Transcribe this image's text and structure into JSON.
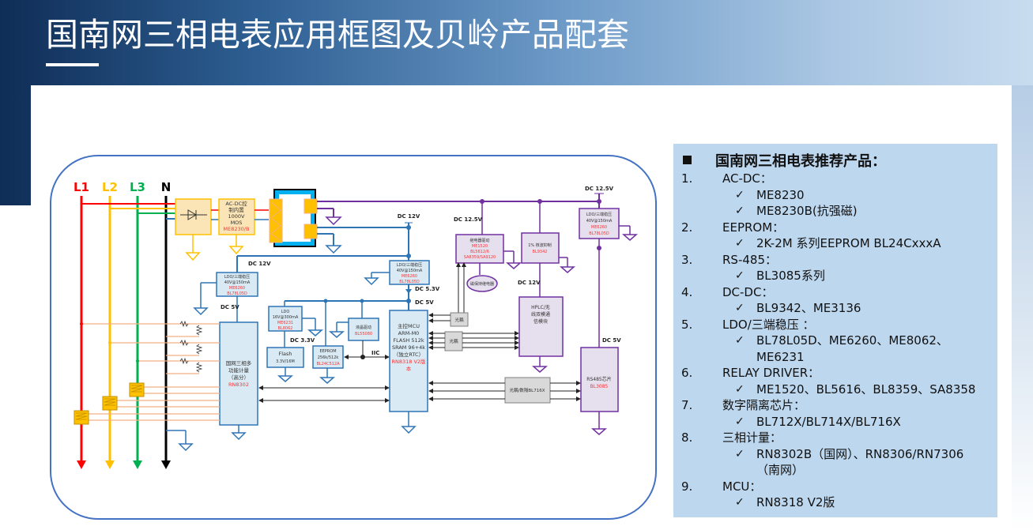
{
  "header": {
    "title": "国南网三相电表应用框图及贝岭产品配套"
  },
  "diagram": {
    "lines": [
      {
        "label": "L1",
        "color": "#ff0000"
      },
      {
        "label": "L2",
        "color": "#ffc000"
      },
      {
        "label": "L3",
        "color": "#00b050"
      },
      {
        "label": "N",
        "color": "#000000"
      }
    ],
    "acdc": {
      "l1": "AC-DC控",
      "l2": "制内置",
      "l3": "1000V",
      "l4": "MOS",
      "part": "ME8230/B"
    },
    "labels": {
      "dc12_top": "DC 12V",
      "dc12_left": "DC 12V",
      "dc125_a": "DC 12.5V",
      "dc125_b": "DC 12.5V",
      "dc53": "DC 5.3V",
      "dc5_mcu": "DC 5V",
      "dc5_meter": "DC 5V",
      "dc33": "DC 3.3V",
      "dc12_hplc": "DC 12V",
      "dc5_rs485": "DC 5V",
      "iic": "IIC"
    },
    "ldo_left": {
      "l1": "LDO/三端稳压",
      "l2": "40V@150mA",
      "p1": "ME6260",
      "p2": "BL78L05D"
    },
    "ldo_mid": {
      "l1": "LDO/三端稳压",
      "l2": "40V@150mA",
      "p1": "ME6260",
      "p2": "BL78L05D"
    },
    "ldo_right": {
      "l1": "LDO/三端稳压",
      "l2": "40V@150mA",
      "p1": "ME6260",
      "p2": "BL78L05D"
    },
    "ldo33": {
      "l1": "LDO",
      "l2": "16V@300mA",
      "p1": "ME6231",
      "p2": "BL8062"
    },
    "flash": {
      "l1": "Flash",
      "l2": "3.3V/16M"
    },
    "eeprom": {
      "l1": "EEPROM",
      "l2": "256k/512k",
      "p1": "BL24C512A"
    },
    "lcd": {
      "l1": "液晶驱动",
      "p1": "BL55080"
    },
    "relay": {
      "l1": "继电器驱动",
      "p1": "ME1520",
      "p2": "BL5612/6",
      "p3": "SA8359/SA9120"
    },
    "relay_coil": "磁保持继电器",
    "dcdc": {
      "l1": "1% 核波抑制",
      "p1": "BL9342"
    },
    "hplc": {
      "l1": "HPLC/无",
      "l2": "线双模通",
      "l3": "信模块"
    },
    "meter": {
      "l1": "国网三相多",
      "l2": "功能计量",
      "l3": "（高分）",
      "p1": "RN8302"
    },
    "mcu": {
      "l1": "主控MCU",
      "l2": "ARM-M0",
      "l3": "FLASH 512k",
      "l4": "SRAM 96+4k",
      "l5": "（独立RTC）",
      "p1": "RN8318 V2版",
      "p2": "本"
    },
    "opto1": "光耦",
    "opto2": "光耦",
    "opto3": "光耦/数隔BL716X",
    "rs485": {
      "l1": "RS485芯片",
      "p1": "BL3085"
    }
  },
  "panel": {
    "heading": "国南网三相电表推荐产品：",
    "categories": [
      {
        "num": "1.",
        "name": "AC-DC：",
        "items": [
          "ME8230",
          "ME8230B(抗强磁)"
        ]
      },
      {
        "num": "2.",
        "name": "EEPROM：",
        "items": [
          "2K-2M 系列EEPROM BL24CxxxA"
        ]
      },
      {
        "num": "3.",
        "name": "RS-485：",
        "items": [
          "BL3085系列"
        ]
      },
      {
        "num": "4.",
        "name": "DC-DC：",
        "items": [
          "BL9342、ME3136"
        ]
      },
      {
        "num": "5.",
        "name": "LDO/三端稳压 ：",
        "items": [
          "BL78L05D、ME6260、ME8062、",
          "ME6231"
        ]
      },
      {
        "num": "6.",
        "name": "RELAY DRIVER：",
        "items": [
          "ME1520、BL5616、BL8359、SA8358"
        ]
      },
      {
        "num": "7.",
        "name": "数字隔离芯片：",
        "items": [
          "BL712X/BL714X/BL716X"
        ]
      },
      {
        "num": "8.",
        "name": "三相计量：",
        "items": [
          "RN8302B（国网）、RN8306/RN7306",
          "（南网）"
        ]
      },
      {
        "num": "9.",
        "name": "MCU：",
        "items": [
          "RN8318 V2版"
        ]
      }
    ]
  },
  "colors": {
    "blue_line": "#2e75b6",
    "purple_line": "#7030a0",
    "box_blue": "#d9eaf4",
    "box_purple": "#e6e0ee",
    "part_red": "#ff3333",
    "panel_bg": "#bdd7ee"
  }
}
